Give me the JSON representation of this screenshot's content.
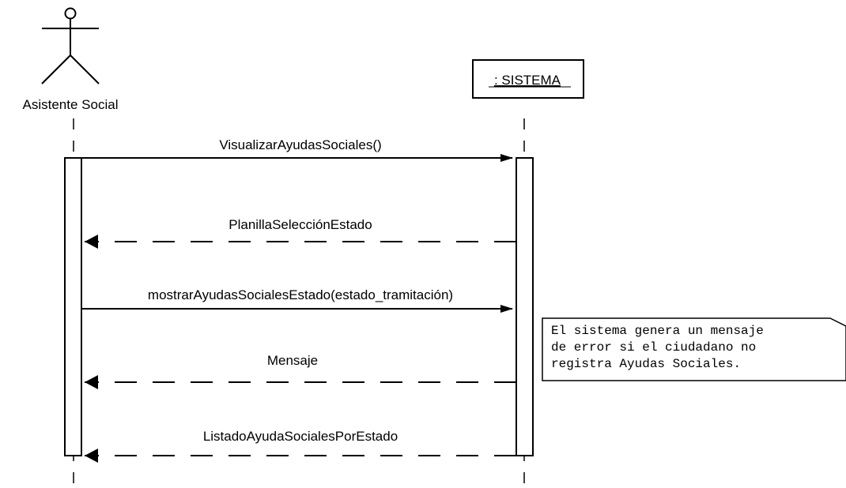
{
  "actor": {
    "name": "Asistente Social"
  },
  "system": {
    "name": ": SISTEMA"
  },
  "messages": [
    {
      "label": "VisualizarAyudasSociales()",
      "kind": "call"
    },
    {
      "label": "PlanillaSelecciónEstado",
      "kind": "return"
    },
    {
      "label": "mostrarAyudasSocialesEstado(estado_tramitación)",
      "kind": "call"
    },
    {
      "label": "Mensaje",
      "kind": "return"
    },
    {
      "label": "ListadoAyudaSocialesPorEstado",
      "kind": "return"
    }
  ],
  "note": {
    "lines": [
      "El sistema genera un mensaje",
      "de error si el ciudadano no",
      "registra Ayudas Sociales."
    ]
  }
}
